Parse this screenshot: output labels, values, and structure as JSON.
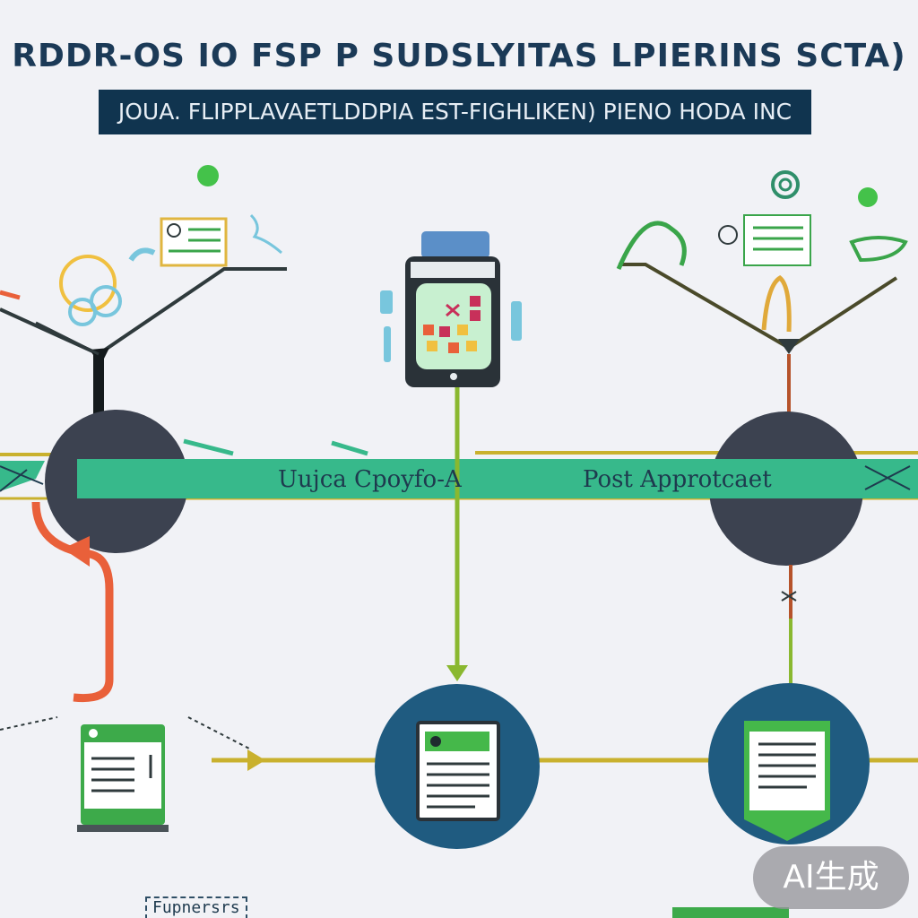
{
  "header": {
    "title": "RDDR-OS IO FSP P SUDSLYITAS LPIERINS SCTA)",
    "subtitle": "JOUA. FLIPPLAVAETLDDPIA EST-FIGHLIKEN) PIENO HODA INC"
  },
  "band": {
    "label_left": "Uujca Cpoyfo-A",
    "label_right": "Post Approtcaet"
  },
  "footer": {
    "caption": "Fupnersrs"
  },
  "badge": {
    "label": "AI生成"
  },
  "colors": {
    "background": "#f1f2f6",
    "title": "#1b3a57",
    "subtitle_bar": "#10344f",
    "band_green": "#37b98b",
    "band_gold": "#c9b12e",
    "dark_node": "#3c4250",
    "blue_node": "#1f5b80",
    "arrow_orange": "#e9603a",
    "arrow_lime": "#8ab830",
    "arrow_rust": "#b6532b",
    "doc_green": "#3daa4a"
  },
  "icons": [
    "network-branch-left",
    "smartphone-app",
    "network-branch-right",
    "document-green",
    "document-circle-middle",
    "document-circle-right"
  ]
}
